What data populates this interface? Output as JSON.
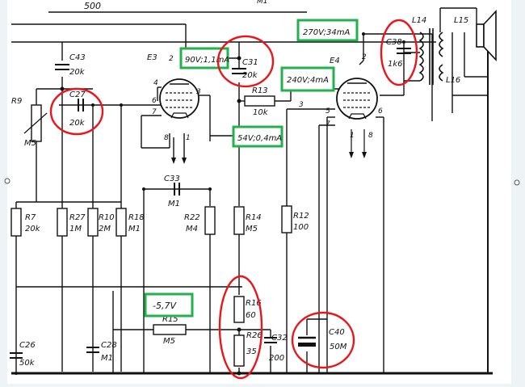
{
  "colors": {
    "background": "#eef3f6",
    "paper": "#ffffff",
    "ink": "#111111",
    "highlight_box": "#22b14c",
    "highlight_circle": "#e8151b"
  },
  "top_labels": {
    "resistor_500": "500",
    "label_m1_top": "M1"
  },
  "components": {
    "c43": {
      "name": "C43",
      "value": "20k"
    },
    "c27": {
      "name": "C27",
      "value": "20k"
    },
    "r9": {
      "name": "R9",
      "value": "M5"
    },
    "e3": {
      "name": "E3"
    },
    "c31": {
      "name": "C31",
      "value": "20k"
    },
    "r13": {
      "name": "R13",
      "value": "10k"
    },
    "e4": {
      "name": "E4"
    },
    "c38": {
      "name": "C38",
      "value": "1k6"
    },
    "l14": {
      "name": "L14"
    },
    "l15": {
      "name": "L15"
    },
    "l16": {
      "name": "L16"
    },
    "c33": {
      "name": "C33",
      "value": "M1"
    },
    "r7": {
      "name": "R7",
      "value": "20k"
    },
    "r27": {
      "name": "R27",
      "value": "1M"
    },
    "r10": {
      "name": "R10",
      "value": "2M"
    },
    "r18": {
      "name": "R18",
      "value": "M1"
    },
    "r22": {
      "name": "R22",
      "value": "M4"
    },
    "r14": {
      "name": "R14",
      "value": "M5"
    },
    "r12": {
      "name": "R12",
      "value": "100"
    },
    "r15": {
      "name": "R15",
      "value": "M5"
    },
    "r16": {
      "name": "R16",
      "value": "60"
    },
    "r26": {
      "name": "R26",
      "value": "35"
    },
    "c32": {
      "name": "C32",
      "value": "200"
    },
    "c40": {
      "name": "C40",
      "value": "50M"
    },
    "c26": {
      "name": "C26",
      "value": "50k"
    },
    "c28": {
      "name": "C28",
      "value": "M1"
    }
  },
  "voltage_labels": {
    "e3_anode": "90V;1,1mA",
    "e3_screen": "54V;0,4mA",
    "e4_anode": "270V;34mA",
    "e4_screen": "240V;4mA",
    "neg_bias": "-5,7V"
  },
  "pins": {
    "e3_p2": "2",
    "e3_p4": "4",
    "e3_p6": "6",
    "e3_p7": "7",
    "e3_p3": "3",
    "e3_p8": "8",
    "e3_p1": "1",
    "e4_p2": "2",
    "e4_p3": "3",
    "e4_p5": "5",
    "e4_p6": "6",
    "e4_p7": "7",
    "e4_p1": "1",
    "e4_p8": "8"
  }
}
